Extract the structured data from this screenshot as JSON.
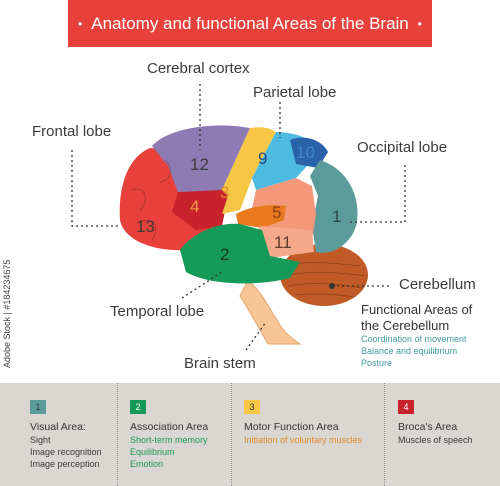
{
  "title": "Anatomy and functional Areas of the Brain",
  "title_bullet": "•",
  "labels": {
    "cerebral_cortex": "Cerebral cortex",
    "parietal_lobe": "Parietal lobe",
    "frontal_lobe": "Frontal lobe",
    "occipital_lobe": "Occipital lobe",
    "cerebellum": "Cerebellum",
    "temporal_lobe": "Temporal lobe",
    "brain_stem": "Brain stem"
  },
  "region_numbers": [
    "12",
    "9",
    "10",
    "3",
    "4",
    "5",
    "1",
    "13",
    "2",
    "11"
  ],
  "cerebellum_info": {
    "title_line1": "Functional Areas of",
    "title_line2": "the Cerebellum",
    "items": [
      "Coordination of movement",
      "Balance and equilibrium",
      "Posture"
    ]
  },
  "side_id": "Adobe Stock | #184234675",
  "legend": [
    {
      "num": "1",
      "color": "#5c9b9b",
      "title": "Visual Area:",
      "item_color": "#3a3a3a",
      "items": [
        "Sight",
        "Image recognition",
        "Image perception"
      ]
    },
    {
      "num": "2",
      "color": "#159a5a",
      "title": "Association Area",
      "item_color": "#1a9a52",
      "items": [
        "Short-term memory",
        "Equilibrium",
        "Emotion"
      ]
    },
    {
      "num": "3",
      "color": "#f7c645",
      "title": "Motor Function Area",
      "item_color": "#e08a2a",
      "items": [
        "Initiation of voluntary muscles"
      ]
    },
    {
      "num": "4",
      "color": "#c8232c",
      "title": "Broca's Area",
      "item_color": "#3a3a3a",
      "items": [
        "Muscles of speech"
      ]
    }
  ]
}
